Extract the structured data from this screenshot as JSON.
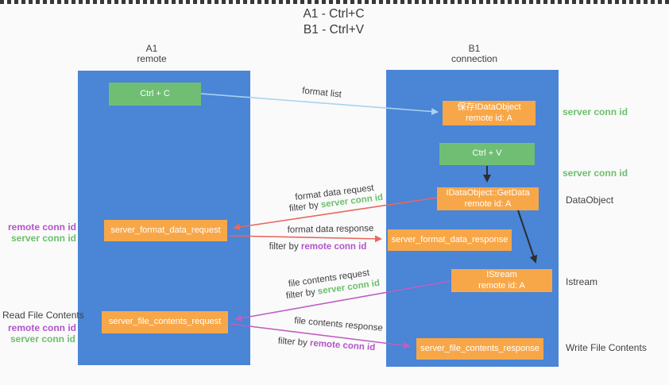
{
  "title": {
    "line1": "A1 - Ctrl+C",
    "line2": "B1 - Ctrl+V"
  },
  "lifelines": {
    "a": {
      "name": "A1",
      "role": "remote"
    },
    "b": {
      "name": "B1",
      "role": "connection"
    }
  },
  "boxes": {
    "ctrl_c": {
      "label": "Ctrl + C"
    },
    "save_dataobject": {
      "line1": "保存IDataObject",
      "line2": "remote id: A"
    },
    "ctrl_v": {
      "label": "Ctrl + V"
    },
    "getdata": {
      "line1": "IDataObject::GetData",
      "line2": "remote id: A"
    },
    "istream": {
      "line1": "IStream",
      "line2": "remote id: A"
    },
    "format_request": {
      "label": "server_format_data_request"
    },
    "format_response": {
      "label": "server_format_data_response"
    },
    "file_request": {
      "label": "server_file_contents_request"
    },
    "file_response": {
      "label": "server_file_contents_response"
    }
  },
  "arrow_labels": {
    "format_list": "format list",
    "format_data_request": "format data request",
    "format_data_request_filter_prefix": "filter by",
    "format_data_request_filter_key": "server conn id",
    "format_data_response": "format data response",
    "format_data_response_filter_prefix": "filter by",
    "format_data_response_filter_key": "remote conn id",
    "file_contents_request": "file contents request",
    "file_contents_request_filter_prefix": "filter by",
    "file_contents_request_filter_key": "server conn id",
    "file_contents_response": "file contents response",
    "file_contents_response_filter_prefix": "filter by",
    "file_contents_response_filter_key": "remote conn id"
  },
  "side_labels": {
    "right_server_conn_id_1": "server conn id",
    "right_server_conn_id_2": "server conn id",
    "right_dataobject": "DataObject",
    "right_istream": "Istream",
    "right_write_file_contents": "Write File Contents",
    "left_remote_conn_id_1": "remote conn id",
    "left_server_conn_id_1": "server conn id",
    "left_read_file_contents": "Read File Contents",
    "left_remote_conn_id_2": "remote conn id",
    "left_server_conn_id_2": "server conn id"
  },
  "colors": {
    "lifeline_blue": "#4a85d6",
    "action_green": "#6fbe74",
    "object_orange": "#f8a748",
    "arrow_light_blue": "#a9d3ee",
    "arrow_red": "#e8685e",
    "arrow_purple": "#bf5ec4",
    "arrow_black": "#2e2e2e",
    "label_green": "#6cbf6c",
    "label_purple": "#b254c8",
    "text_dark": "#3f3f3f",
    "background": "#fafafa"
  }
}
